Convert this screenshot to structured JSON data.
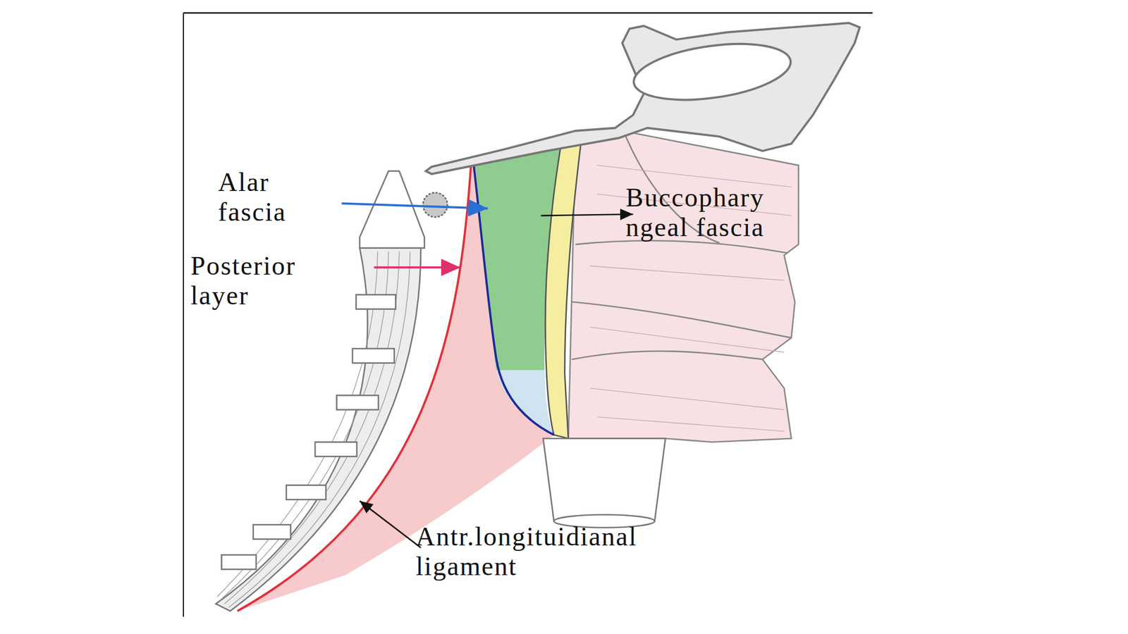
{
  "diagram": {
    "labels": [
      "Alar fascia",
      "Posterior layer",
      "Buccophary ngeal fascia",
      "Antr.longituidianal ligament"
    ]
  }
}
